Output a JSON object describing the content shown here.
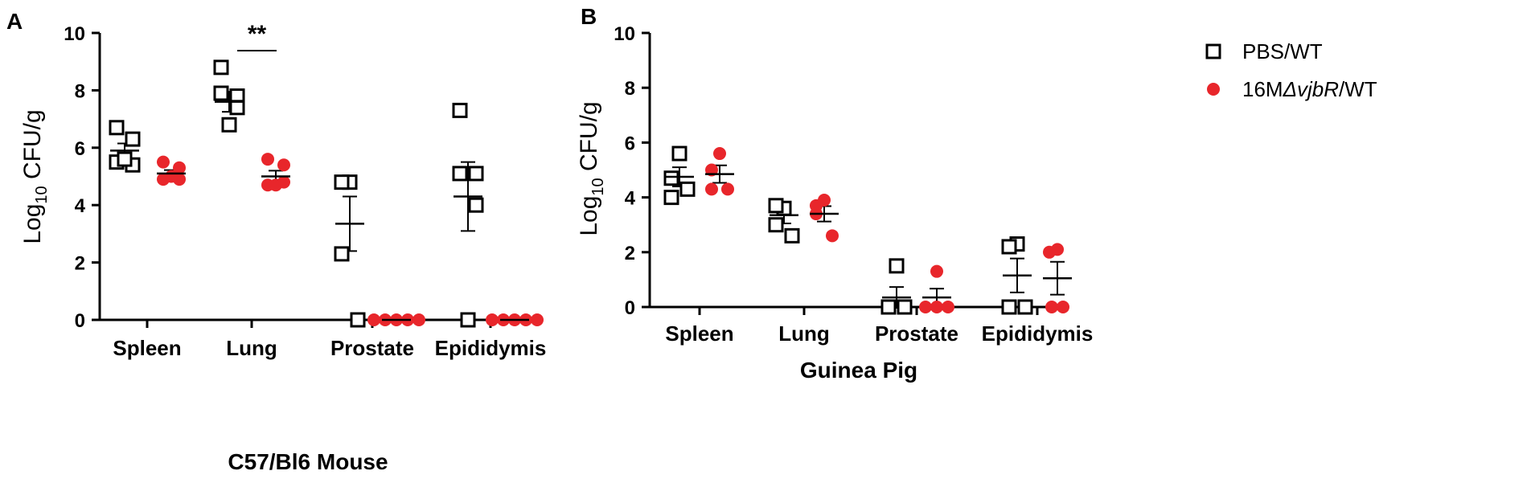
{
  "chart_data": [
    {
      "type": "scatter",
      "panel": "A",
      "xlabel": "C57/Bl6 Mouse",
      "ylabel_main": "Log",
      "ylabel_sub": "10",
      "ylabel_rest": " CFU/g",
      "ylim": [
        0,
        10
      ],
      "yticks": [
        "0",
        "2",
        "4",
        "6",
        "8",
        "10"
      ],
      "categories": [
        "Spleen",
        "Lung",
        "Prostate",
        "Epididymis"
      ],
      "series": [
        {
          "name": "PBS/WT",
          "color": "#000000",
          "marker": "open-square",
          "points": [
            [
              6.7,
              6.3,
              5.5,
              5.4,
              5.6
            ],
            [
              8.8,
              7.8,
              7.9,
              7.4,
              6.8
            ],
            [
              4.8,
              4.8,
              2.3,
              0.0
            ],
            [
              7.3,
              5.1,
              5.1,
              4.0,
              0.0
            ]
          ],
          "mean": [
            5.9,
            7.6,
            3.35,
            4.3
          ],
          "sem": [
            0.25,
            0.35,
            0.95,
            1.2
          ]
        },
        {
          "name": "16MΔvjbR/WT",
          "color": "#e8262b",
          "marker": "filled-circle",
          "points": [
            [
              5.5,
              5.3,
              4.9,
              4.9,
              5.0
            ],
            [
              5.6,
              5.4,
              4.7,
              4.8,
              4.7
            ],
            [
              0,
              0,
              0,
              0,
              0
            ],
            [
              0,
              0,
              0,
              0,
              0
            ]
          ],
          "mean": [
            5.1,
            5.0,
            0.0,
            0.0
          ],
          "sem": [
            0.12,
            0.2,
            0.0,
            0.0
          ]
        }
      ],
      "annotation": {
        "text": "**",
        "category": "Lung"
      }
    },
    {
      "type": "scatter",
      "panel": "B",
      "xlabel": "Guinea Pig",
      "ylabel_main": "Log",
      "ylabel_sub": "10",
      "ylabel_rest": " CFU/g",
      "ylim": [
        0,
        10
      ],
      "yticks": [
        "0",
        "2",
        "4",
        "6",
        "8",
        "10"
      ],
      "categories": [
        "Spleen",
        "Lung",
        "Prostate",
        "Epididymis"
      ],
      "series": [
        {
          "name": "PBS/WT",
          "color": "#000000",
          "marker": "open-square",
          "points": [
            [
              5.6,
              4.7,
              4.0,
              4.3
            ],
            [
              3.6,
              3.7,
              3.0,
              2.6
            ],
            [
              1.5,
              0.0,
              0.0,
              0.0
            ],
            [
              2.3,
              2.2,
              0.0,
              0.0
            ]
          ],
          "mean": [
            4.75,
            3.35,
            0.35,
            1.15
          ],
          "sem": [
            0.35,
            0.3,
            0.38,
            0.62
          ]
        },
        {
          "name": "16MΔvjbR/WT",
          "color": "#e8262b",
          "marker": "filled-circle",
          "points": [
            [
              5.6,
              5.0,
              4.3,
              4.3
            ],
            [
              3.9,
              3.7,
              3.4,
              2.6
            ],
            [
              1.3,
              0.0,
              0.0,
              0.0
            ],
            [
              2.1,
              2.0,
              0.0,
              0.0
            ]
          ],
          "mean": [
            4.85,
            3.4,
            0.35,
            1.05
          ],
          "sem": [
            0.32,
            0.28,
            0.32,
            0.6
          ]
        }
      ]
    }
  ],
  "legend": {
    "placement": "top-right",
    "items": [
      {
        "label": "PBS/WT",
        "marker": "open-square",
        "color": "#000000"
      },
      {
        "label_prefix": "16M",
        "label_delta": "Δ",
        "label_italic": "vjbR",
        "label_suffix": "/WT",
        "marker": "filled-circle",
        "color": "#e8262b"
      }
    ]
  }
}
